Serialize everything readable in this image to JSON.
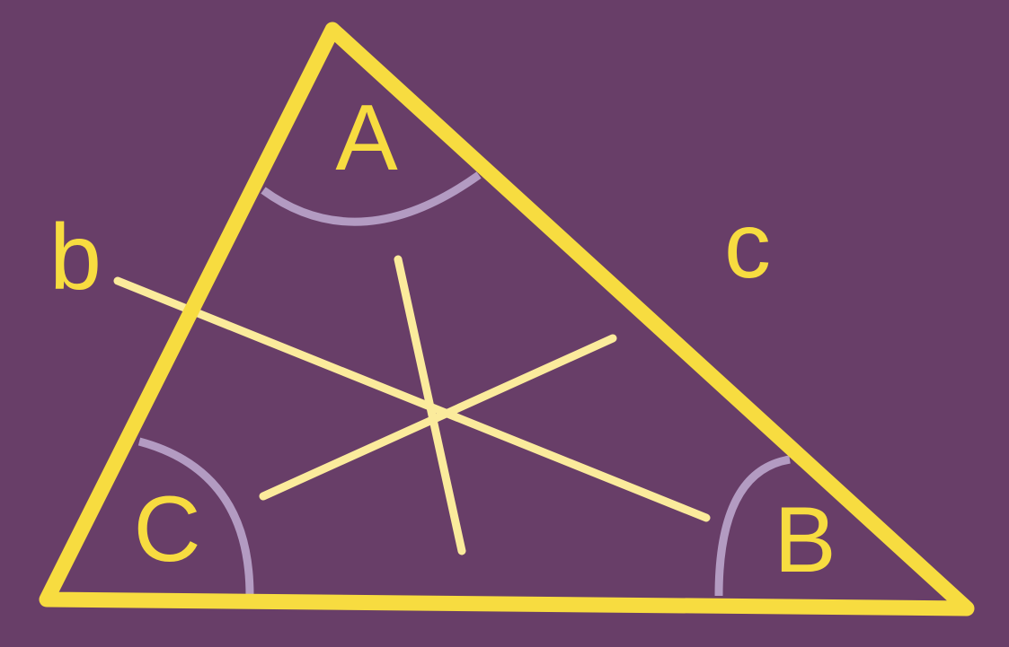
{
  "diagram": {
    "colors": {
      "background": "#683e68",
      "triangle": "#f7dc40",
      "lines": "#fbeb9c",
      "arcs": "#b39bc2",
      "labels": "#f7dc40"
    },
    "vertices": {
      "A": "A",
      "B": "B",
      "C": "C"
    },
    "sides": {
      "b": "b",
      "c": "c"
    }
  }
}
